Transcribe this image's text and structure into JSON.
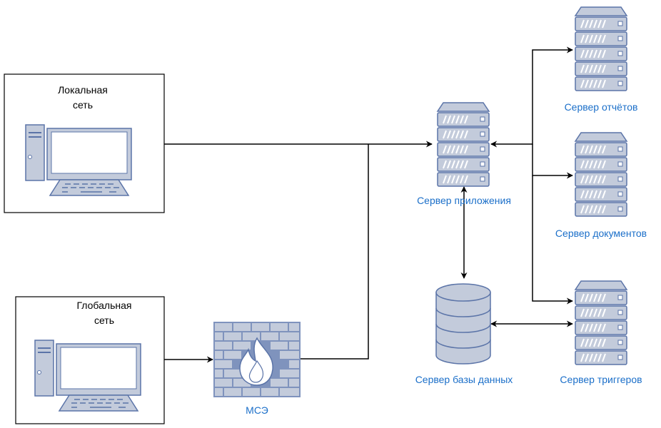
{
  "colors": {
    "device_fill": "#c3cbdb",
    "device_stroke": "#5b74a8",
    "label_blue": "#1b6fc9",
    "line": "#000000",
    "firewall_fill": "#7f93bd"
  },
  "nodes": {
    "local_network": {
      "label_line1": "Локальная",
      "label_line2": "сеть",
      "icon": "desktop-computer-icon"
    },
    "global_network": {
      "label_line1": "Глобальная",
      "label_line2": "сеть",
      "icon": "desktop-computer-icon"
    },
    "firewall": {
      "label": "МСЭ",
      "icon": "firewall-icon"
    },
    "app_server": {
      "label": "Сервер приложения",
      "icon": "server-rack-icon"
    },
    "reports_server": {
      "label": "Сервер отчётов",
      "icon": "server-rack-icon"
    },
    "documents_server": {
      "label": "Сервер документов",
      "icon": "server-rack-icon"
    },
    "triggers_server": {
      "label": "Сервер триггеров",
      "icon": "server-rack-icon"
    },
    "database_server": {
      "label": "Сервер базы данных",
      "icon": "database-cylinder-icon"
    }
  }
}
